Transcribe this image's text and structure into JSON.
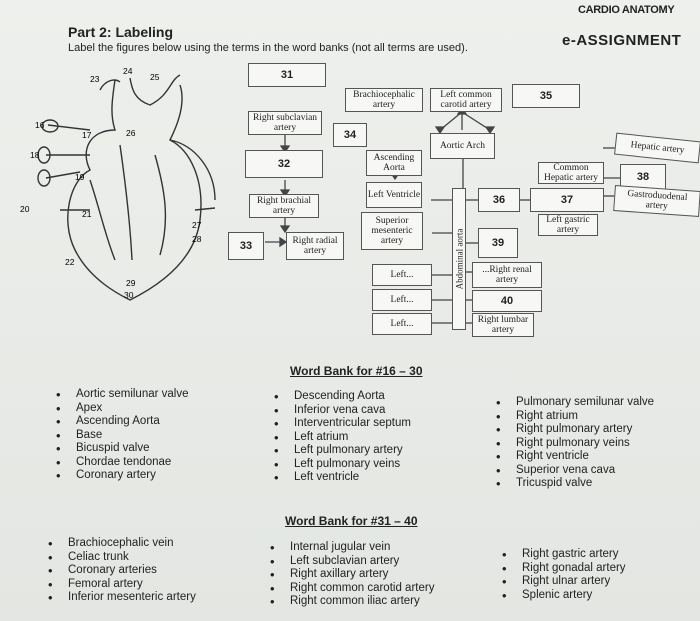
{
  "header": {
    "line1": "CARDIO ANATOMY",
    "line2": "e-ASSIGNMENT"
  },
  "part": {
    "title": "Part 2: Labeling",
    "instructions": "Label the figures below using the terms in the word banks (not all terms are used)."
  },
  "heart_labels": [
    "16",
    "17",
    "18",
    "19",
    "20",
    "21",
    "22",
    "23",
    "24",
    "25",
    "26",
    "27",
    "28",
    "29",
    "30"
  ],
  "flowchart": {
    "n31": "31",
    "n32": "32",
    "n33": "33",
    "n34": "34",
    "n35": "35",
    "n36": "36",
    "n37": "37",
    "n38": "38",
    "n39": "39",
    "n40": "40",
    "right_subclavian": "Right subclavian artery",
    "right_brachial": "Right brachial artery",
    "right_radial": "Right radial artery",
    "brachiocephalic": "Brachiocephalic artery",
    "left_common_carotid": "Left common carotid artery",
    "aortic_arch": "Aortic Arch",
    "ascending_aorta": "Ascending Aorta",
    "left_ventricle": "Left Ventricle",
    "superior_mesenteric": "Superior mesenteric artery",
    "abdominal_aorta": "Abdominal aorta",
    "left1": "Left...",
    "left2": "Left...",
    "left3": "Left...",
    "right_renal": "...Right renal artery",
    "right_lumbar": "Right lumbar artery",
    "hepatic": "Hepatic artery",
    "common_hepatic": "Common Hepatic artery",
    "gastroduodenal": "Gastroduodenal artery",
    "left_gastric": "Left gastric artery"
  },
  "wordbank1": {
    "title": "Word Bank for #16 – 30",
    "col1": [
      "Aortic semilunar valve",
      "Apex",
      "Ascending Aorta",
      "Base",
      "Bicuspid valve",
      "Chordae tendonae",
      "Coronary artery"
    ],
    "col2": [
      "Descending Aorta",
      "Inferior vena cava",
      "Interventricular septum",
      "Left atrium",
      "Left pulmonary artery",
      "Left pulmonary veins",
      "Left ventricle"
    ],
    "col3": [
      "Pulmonary semilunar valve",
      "Right atrium",
      "Right pulmonary artery",
      "Right pulmonary veins",
      "Right ventricle",
      "Superior vena cava",
      "Tricuspid valve"
    ]
  },
  "wordbank2": {
    "title": "Word Bank for #31 – 40",
    "col1": [
      "Brachiocephalic vein",
      "Celiac trunk",
      "Coronary arteries",
      "Femoral artery",
      "Inferior mesenteric artery"
    ],
    "col2": [
      "Internal jugular vein",
      "Left subclavian artery",
      "Right axillary artery",
      "Right common carotid artery",
      "Right common iliac artery"
    ],
    "col3": [
      "Right gastric artery",
      "Right gonadal artery",
      "Right ulnar artery",
      "Splenic artery"
    ]
  }
}
